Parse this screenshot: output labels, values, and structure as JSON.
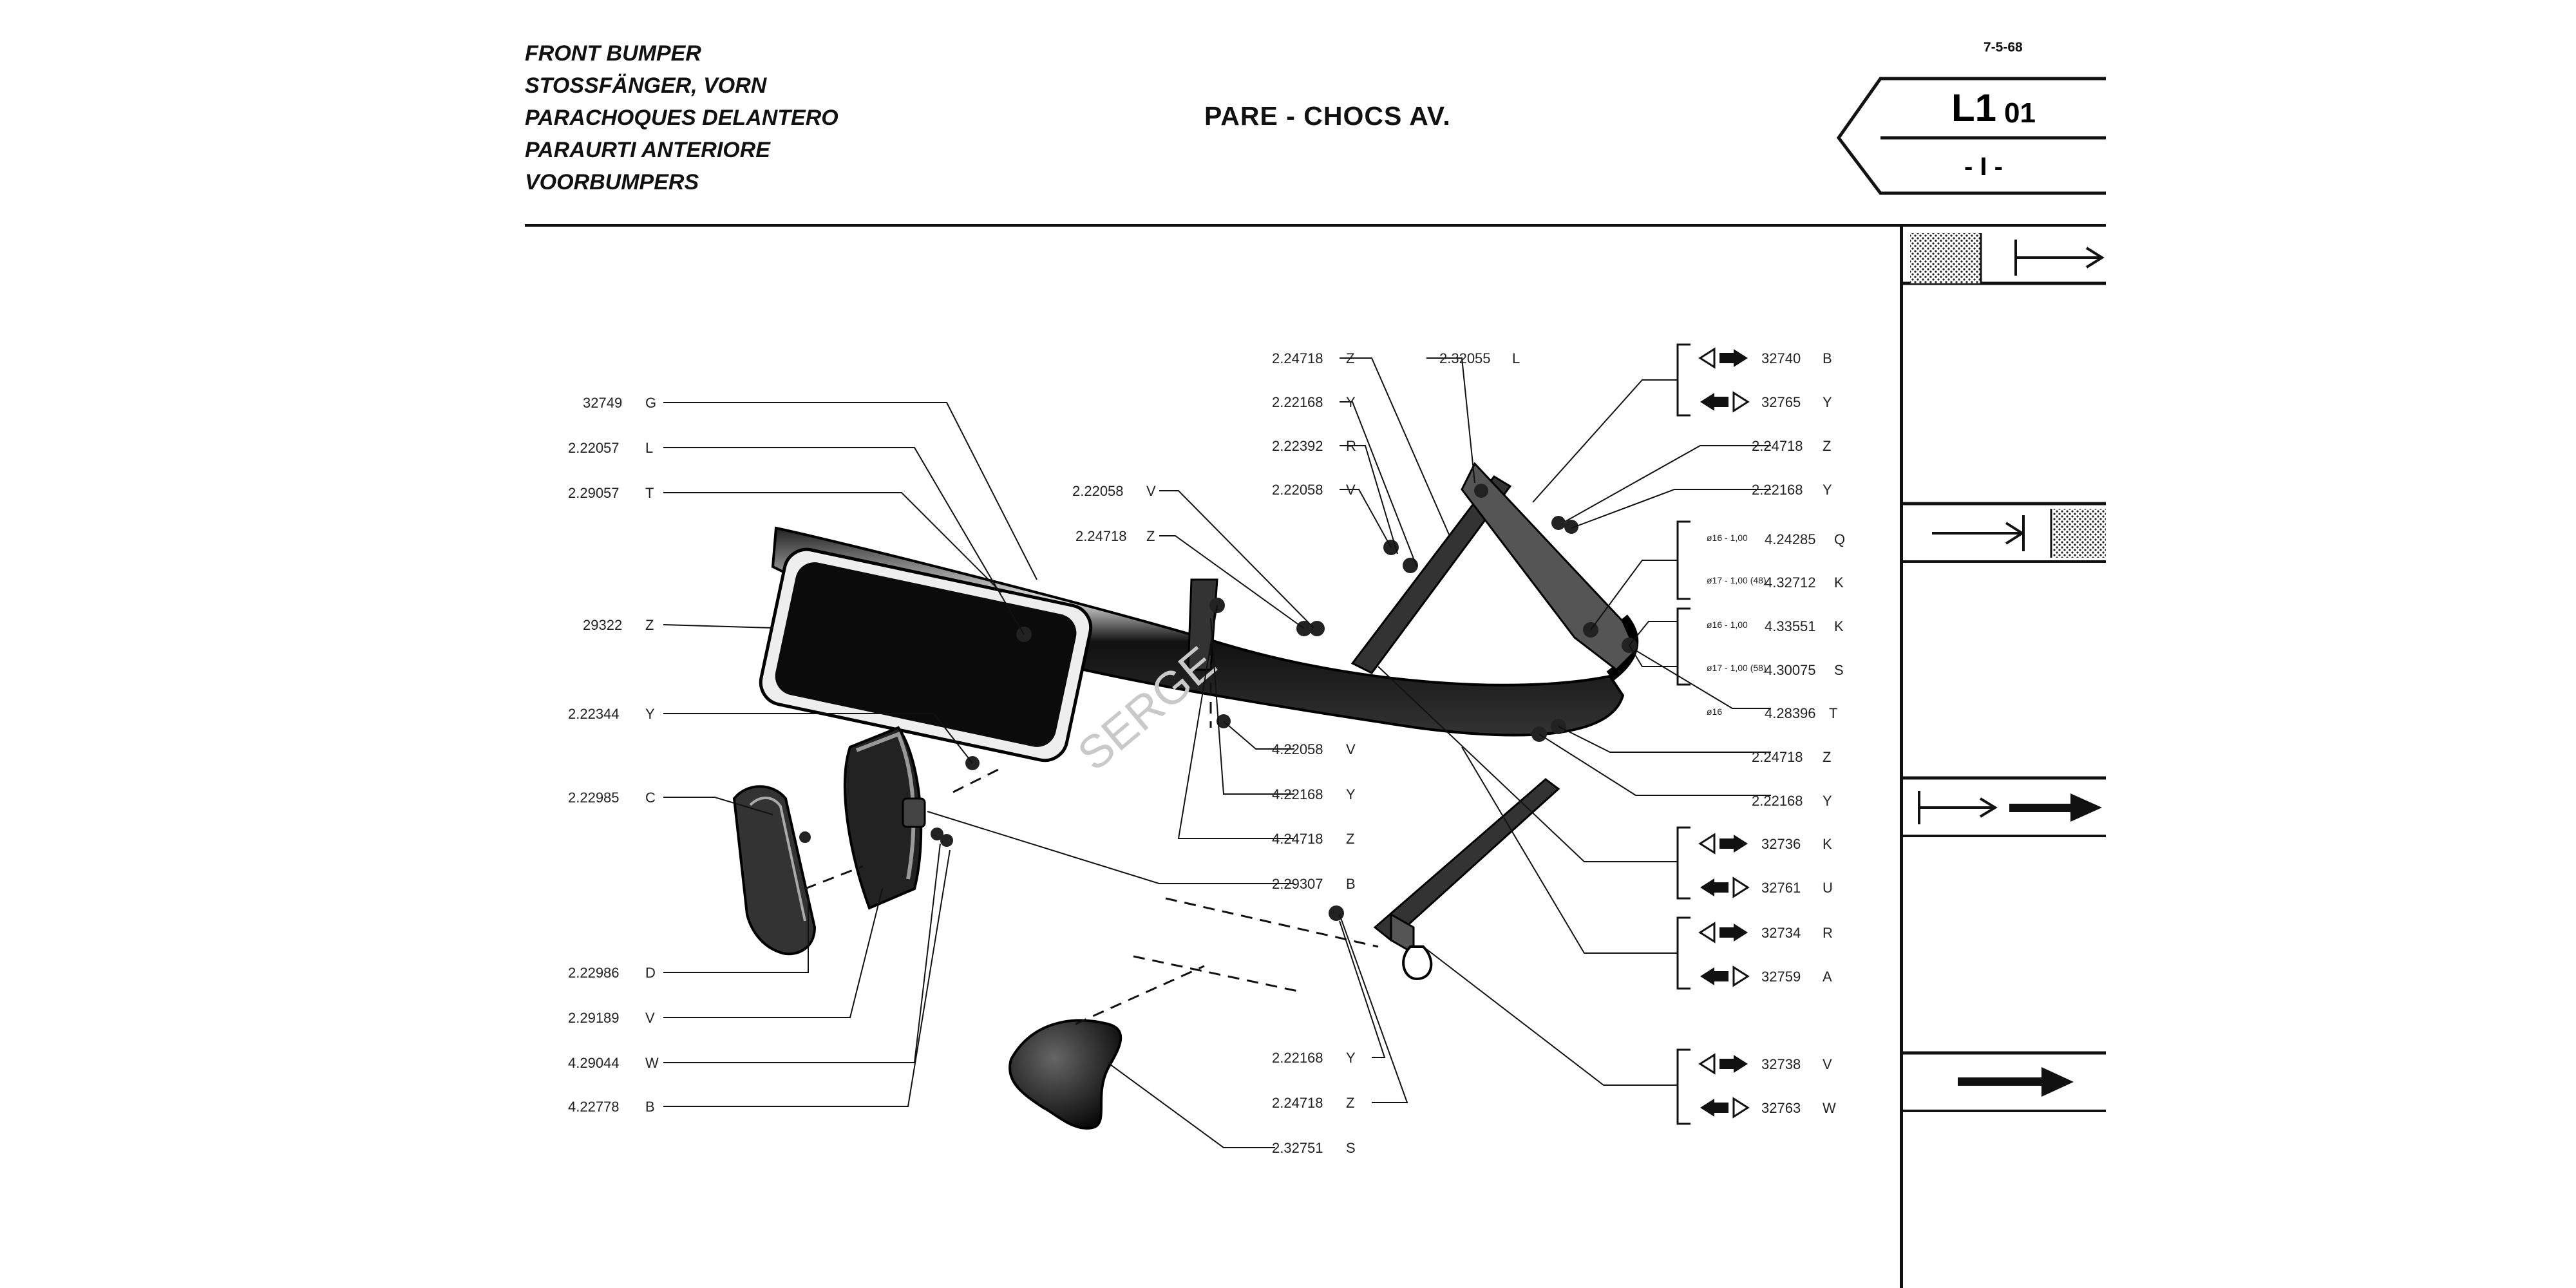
{
  "header": {
    "titles": [
      "FRONT BUMPER",
      "STOSSFÄNGER, VORN",
      "PARACHOQUES DELANTERO",
      "PARAURTI ANTERIORE",
      "VOORBUMPERS"
    ],
    "center_title": "PARE - CHOCS  AV.",
    "date": "7-5-68",
    "tab_code": "L1",
    "tab_number": "01",
    "tab_page": "- I -"
  },
  "watermark": "SERGE",
  "left_labels": [
    {
      "num": "32749",
      "letter": "G"
    },
    {
      "num": "2.22057",
      "letter": "L"
    },
    {
      "num": "2.29057",
      "letter": "T"
    },
    {
      "num": "29322",
      "letter": "Z"
    },
    {
      "num": "2.22344",
      "letter": "Y"
    },
    {
      "num": "2.22985",
      "letter": "C"
    },
    {
      "num": "2.22986",
      "letter": "D"
    },
    {
      "num": "2.29189",
      "letter": "V"
    },
    {
      "num": "4.29044",
      "letter": "W"
    },
    {
      "num": "4.22778",
      "letter": "B"
    }
  ],
  "middle_labels": [
    {
      "num": "2.24718",
      "letter": "Z"
    },
    {
      "num": "2.32055",
      "letter": "L"
    },
    {
      "num": "2.22168",
      "letter": "Y"
    },
    {
      "num": "2.22392",
      "letter": "R"
    },
    {
      "num": "2.22058",
      "letter": "V"
    },
    {
      "num": "2.22058",
      "letter": "V"
    },
    {
      "num": "2.24718",
      "letter": "Z"
    },
    {
      "num": "4.22058",
      "letter": "V"
    },
    {
      "num": "4.22168",
      "letter": "Y"
    },
    {
      "num": "4.24718",
      "letter": "Z"
    },
    {
      "num": "2.29307",
      "letter": "B"
    },
    {
      "num": "2.22168",
      "letter": "Y"
    },
    {
      "num": "2.24718",
      "letter": "Z"
    },
    {
      "num": "2.32751",
      "letter": "S"
    }
  ],
  "right_labels": [
    {
      "num": "32740",
      "letter": "B"
    },
    {
      "num": "32765",
      "letter": "Y"
    },
    {
      "num": "2.24718",
      "letter": "Z"
    },
    {
      "num": "2.22168",
      "letter": "Y"
    },
    {
      "num": "4.24285",
      "letter": "Q"
    },
    {
      "num": "4.32712",
      "letter": "K"
    },
    {
      "num": "4.33551",
      "letter": "K"
    },
    {
      "num": "4.30075",
      "letter": "S"
    },
    {
      "num": "4.28396",
      "letter": "T"
    },
    {
      "num": "2.24718",
      "letter": "Z"
    },
    {
      "num": "2.22168",
      "letter": "Y"
    },
    {
      "num": "32736",
      "letter": "K"
    },
    {
      "num": "32761",
      "letter": "U"
    },
    {
      "num": "32734",
      "letter": "R"
    },
    {
      "num": "32759",
      "letter": "A"
    },
    {
      "num": "32738",
      "letter": "V"
    },
    {
      "num": "32763",
      "letter": "W"
    }
  ],
  "dia_notes": [
    "ø16 - 1,00",
    "ø17 - 1,00 (48)",
    "ø16 - 1,00",
    "ø17 - 1,00 (58)",
    "ø16"
  ]
}
